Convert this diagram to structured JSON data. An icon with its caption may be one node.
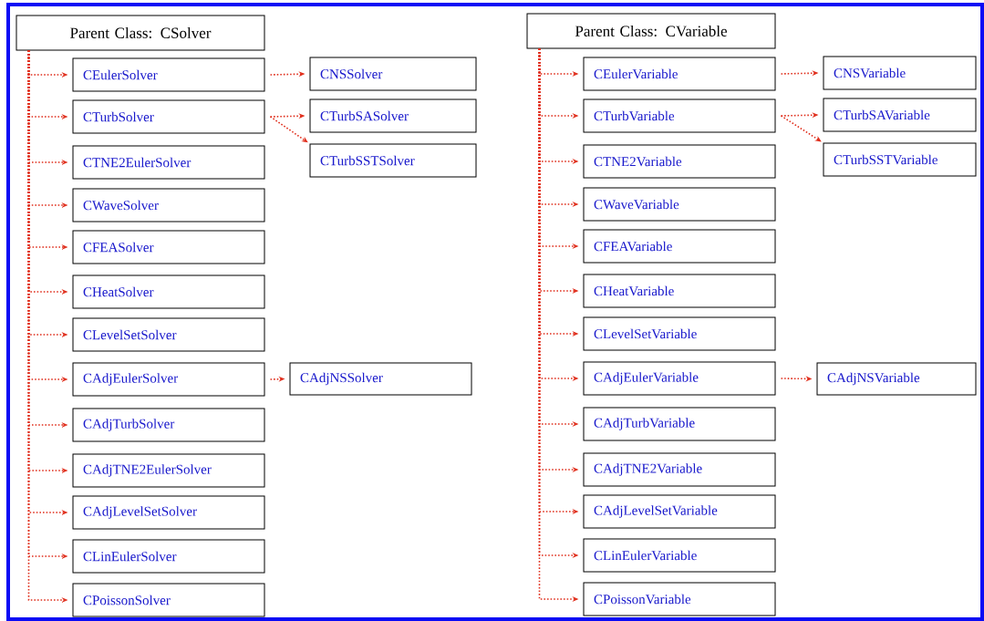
{
  "diagram": {
    "nodes": [
      {
        "text": [
          "Parent Class: CSolver"
        ]
      },
      {
        "text": [
          "CEulerSolver"
        ]
      },
      {
        "text": [
          "CNSSolver"
        ]
      },
      {
        "text": [
          "CTurbSolver"
        ]
      },
      {
        "text": [
          "CTurbSASolver"
        ]
      },
      {
        "text": [
          "CTurbSSTSolver"
        ]
      },
      {
        "text": [
          "CTNE2EulerSolver"
        ]
      },
      {
        "text": [
          "CWaveSolver"
        ]
      },
      {
        "text": [
          "CFEASolver"
        ]
      },
      {
        "text": [
          "CHeatSolver"
        ]
      },
      {
        "text": [
          "CLevelSetSolver"
        ]
      },
      {
        "text": [
          "CAdjEulerSolver"
        ]
      },
      {
        "text": [
          "CAdjNSSolver"
        ]
      },
      {
        "text": [
          "CAdjTurbSolver"
        ]
      },
      {
        "text": [
          "CAdjTNE2EulerSolver"
        ]
      },
      {
        "text": [
          "CAdjLevelSetSolver"
        ]
      },
      {
        "text": [
          "CLinEulerSolver"
        ]
      },
      {
        "text": [
          "CPoissonSolver"
        ]
      },
      {
        "text": [
          "Parent Class: CVariable"
        ]
      },
      {
        "text": [
          "CEulerVariable"
        ]
      },
      {
        "text": [
          "CNSVariable"
        ]
      },
      {
        "text": [
          "CTurbVariable"
        ]
      },
      {
        "text": [
          "CTurbSAVariable"
        ]
      },
      {
        "text": [
          "CTurbSSTVariable"
        ]
      },
      {
        "text": [
          "CTNE2Variable"
        ]
      },
      {
        "text": [
          "CWaveVariable"
        ]
      },
      {
        "text": [
          "CFEAVariable"
        ]
      },
      {
        "text": [
          "CHeatVariable"
        ]
      },
      {
        "text": [
          "CLevelSetVariable"
        ]
      },
      {
        "text": [
          "CAdjEulerVariable"
        ]
      },
      {
        "text": [
          "CAdjNSVariable"
        ]
      },
      {
        "text": [
          "CAdjTurbVariable"
        ]
      },
      {
        "text": [
          "CAdjTNE2Variable"
        ]
      },
      {
        "text": [
          "CAdjLevelSetVariable"
        ]
      },
      {
        "text": [
          "CLinEulerVariable"
        ]
      },
      {
        "text": [
          "CPoissonVariable"
        ]
      }
    ],
    "edges": [
      {
        "from": 0,
        "to": 1,
        "arrow": "to"
      },
      {
        "from": 0,
        "to": 3,
        "arrow": "to"
      },
      {
        "from": 0,
        "to": 6,
        "arrow": "to"
      },
      {
        "from": 0,
        "to": 7,
        "arrow": "to"
      },
      {
        "from": 0,
        "to": 8,
        "arrow": "to"
      },
      {
        "from": 0,
        "to": 9,
        "arrow": "to"
      },
      {
        "from": 0,
        "to": 10,
        "arrow": "to"
      },
      {
        "from": 0,
        "to": 11,
        "arrow": "to"
      },
      {
        "from": 0,
        "to": 13,
        "arrow": "to"
      },
      {
        "from": 0,
        "to": 14,
        "arrow": "to"
      },
      {
        "from": 0,
        "to": 15,
        "arrow": "to"
      },
      {
        "from": 0,
        "to": 16,
        "arrow": "to"
      },
      {
        "from": 0,
        "to": 17,
        "arrow": "to"
      },
      {
        "from": 1,
        "to": 2,
        "arrow": "to"
      },
      {
        "from": 3,
        "to": 4,
        "arrow": "to"
      },
      {
        "from": 3,
        "to": 5,
        "arrow": "to"
      },
      {
        "from": 11,
        "to": 12,
        "arrow": "to"
      },
      {
        "from": 18,
        "to": 19,
        "arrow": "to"
      },
      {
        "from": 18,
        "to": 21,
        "arrow": "to"
      },
      {
        "from": 18,
        "to": 24,
        "arrow": "to"
      },
      {
        "from": 18,
        "to": 25,
        "arrow": "to"
      },
      {
        "from": 18,
        "to": 26,
        "arrow": "to"
      },
      {
        "from": 18,
        "to": 27,
        "arrow": "to"
      },
      {
        "from": 18,
        "to": 28,
        "arrow": "to"
      },
      {
        "from": 18,
        "to": 29,
        "arrow": "to"
      },
      {
        "from": 18,
        "to": 31,
        "arrow": "to"
      },
      {
        "from": 18,
        "to": 32,
        "arrow": "to"
      },
      {
        "from": 18,
        "to": 33,
        "arrow": "to"
      },
      {
        "from": 18,
        "to": 34,
        "arrow": "to"
      },
      {
        "from": 18,
        "to": 35,
        "arrow": "to"
      },
      {
        "from": 19,
        "to": 20,
        "arrow": "to"
      },
      {
        "from": 21,
        "to": 22,
        "arrow": "to"
      },
      {
        "from": 21,
        "to": 23,
        "arrow": "to"
      },
      {
        "from": 29,
        "to": 30,
        "arrow": "to"
      }
    ]
  }
}
